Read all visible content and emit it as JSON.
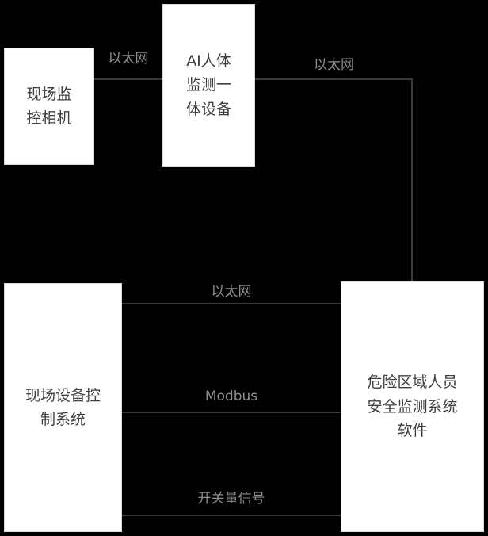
{
  "diagram": {
    "nodes": {
      "camera": {
        "label": "现场监控相机"
      },
      "ai_device": {
        "label": "AI人体监测一体设备"
      },
      "control_system": {
        "label": "现场设备控制系统"
      },
      "software": {
        "label": "危险区域人员安全监测系统软件"
      }
    },
    "edges": {
      "camera_ai": {
        "label": "以太网"
      },
      "ai_software": {
        "label": "以太网"
      },
      "control_software_ethernet": {
        "label": "以太网"
      },
      "control_software_modbus": {
        "label": "Modbus"
      },
      "control_software_switch": {
        "label": "开关量信号"
      }
    },
    "colors": {
      "background": "#000000",
      "node_fill": "#ffffff",
      "node_text": "#3f3f3f",
      "edge_line": "#3a3a3a",
      "edge_label": "#8f8f8f"
    }
  }
}
